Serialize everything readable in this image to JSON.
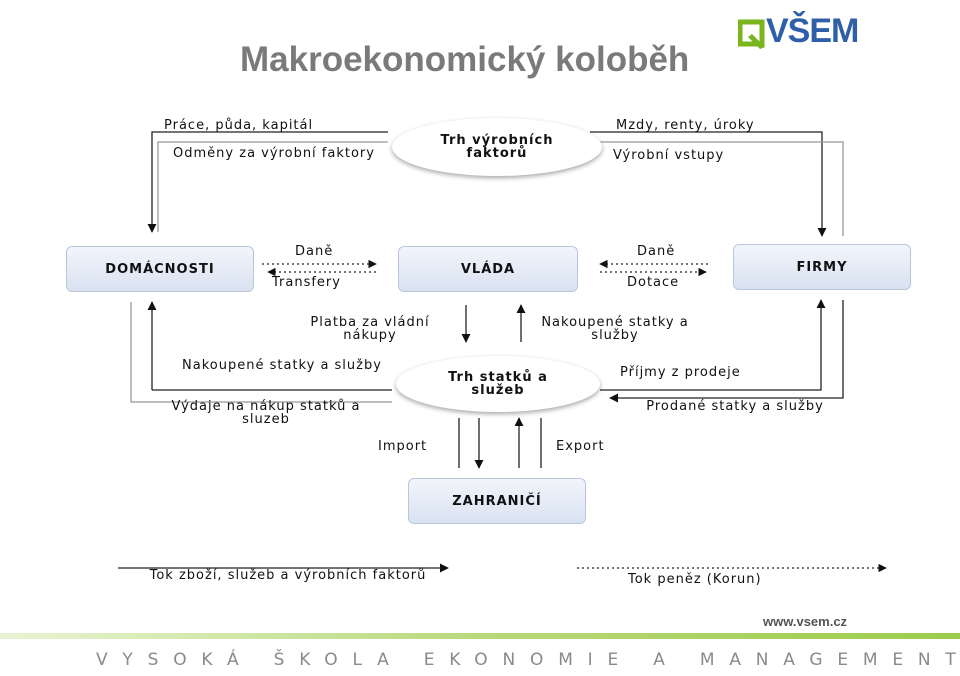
{
  "title": "Makroekonomický koloběh",
  "logo": {
    "text": "VŠEM",
    "icon": "vsem-logo-q-icon",
    "accent": "#7ab51d",
    "brand": "#2f5fa8"
  },
  "boxes": {
    "households": "DOMÁCNOSTI",
    "government": "VLÁDA",
    "firms": "FIRMY",
    "abroad": "ZAHRANIČÍ"
  },
  "markets": {
    "factor_market": "Trh výrobních faktorů",
    "goods_market": "Trh statků a služeb"
  },
  "labels": {
    "factors_flow": "Práce, půda, kapitál",
    "factor_rewards": "Odměny za výrobní faktory",
    "wages": "Mzdy, renty, úroky",
    "inputs": "Výrobní vstupy",
    "tax_left": "Daně",
    "transfers": "Transfery",
    "tax_right": "Daně",
    "subsidies": "Dotace",
    "gov_payment": "Platba za vládní nákupy",
    "gov_purchased": "Nakoupené statky a služby",
    "hh_purchased": "Nakoupené statky a služby",
    "hh_spending": "Výdaje na nákup statků a sluzeb",
    "sales_revenue": "Příjmy z prodeje",
    "sold_goods": "Prodané statky a služby",
    "import": "Import",
    "export": "Export"
  },
  "legend": {
    "goods_flow": "Tok zboží, služeb a výrobních faktorů",
    "money_flow": "Tok peněz (Korun)"
  },
  "footer": {
    "url": "www.vsem.cz",
    "school": "VYSOKÁ ŠKOLA EKONOMIE A MANAGEMENTU"
  },
  "colors": {
    "title": "#7a7a7a",
    "box_fill": "#dce4f2",
    "footer_bar": "#9ccc4b"
  }
}
